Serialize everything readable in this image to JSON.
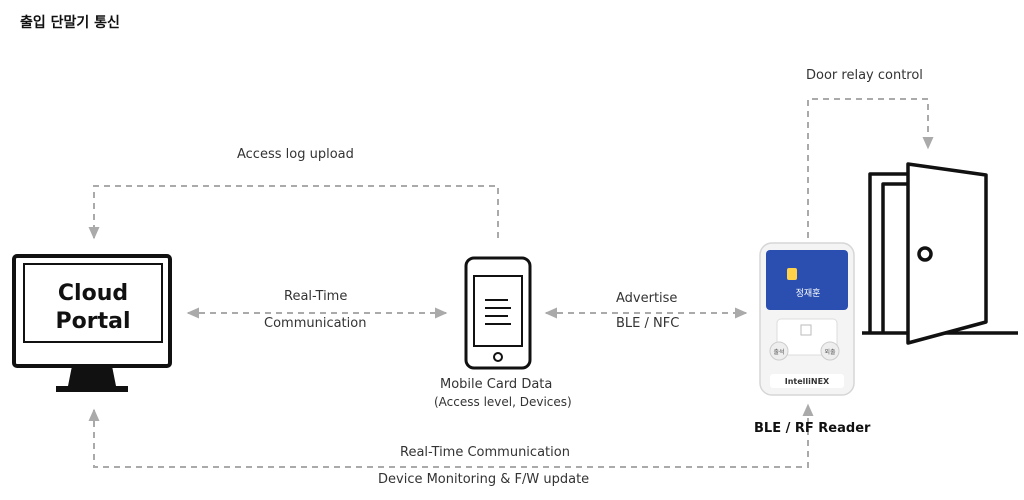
{
  "title": "출입 단말기 통신",
  "nodes": {
    "cloud": {
      "line1": "Cloud",
      "line2": "Portal"
    },
    "mobile": {
      "label": "Mobile Card Data",
      "sublabel": "(Access level, Devices)"
    },
    "reader": {
      "label": "BLE / RF Reader",
      "brand": "IntelliNEX",
      "screen_text": "정재훈",
      "btn_left": "출석",
      "btn_right": "외출"
    }
  },
  "links": {
    "access_log": "Access log upload",
    "realtime_top1": "Real-Time",
    "realtime_top2": "Communication",
    "advertise": "Advertise",
    "ble_nfc": "BLE / NFC",
    "door_relay": "Door relay control",
    "realtime_bottom": "Real-Time Communication",
    "monitoring": "Device Monitoring & F/W update"
  },
  "colors": {
    "line": "#aaaaaa",
    "ink": "#111111",
    "screen_blue": "#2a4fb0"
  }
}
